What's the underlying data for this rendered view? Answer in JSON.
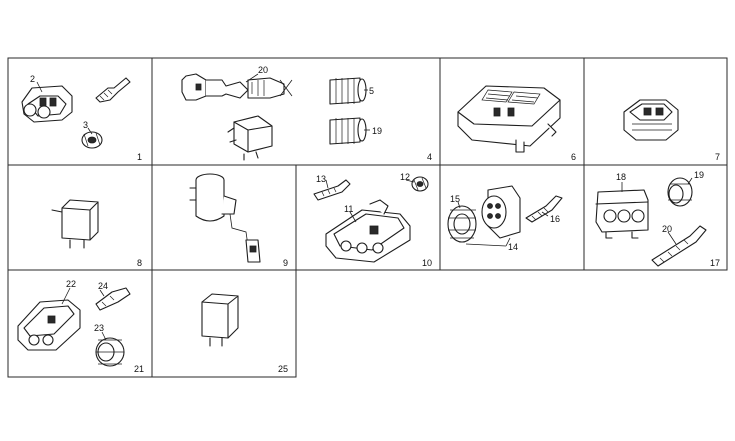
{
  "cells": [
    {
      "id": "1",
      "label": "1"
    },
    {
      "id": "4",
      "label": "4"
    },
    {
      "id": "6",
      "label": "6"
    },
    {
      "id": "7",
      "label": "7"
    },
    {
      "id": "8",
      "label": "8"
    },
    {
      "id": "9",
      "label": "9"
    },
    {
      "id": "10",
      "label": "10"
    },
    {
      "id": "14",
      "label": "14"
    },
    {
      "id": "17",
      "label": "17"
    },
    {
      "id": "21",
      "label": "21"
    },
    {
      "id": "25",
      "label": "25"
    }
  ],
  "callouts": {
    "c2": "2",
    "c3": "3",
    "c20a": "20",
    "c5": "5",
    "c19a": "19",
    "c13": "13",
    "c12": "12",
    "c11": "11",
    "c15": "15",
    "c16": "16",
    "c18": "18",
    "c19b": "19",
    "c20b": "20",
    "c22": "22",
    "c24": "24",
    "c23": "23"
  }
}
